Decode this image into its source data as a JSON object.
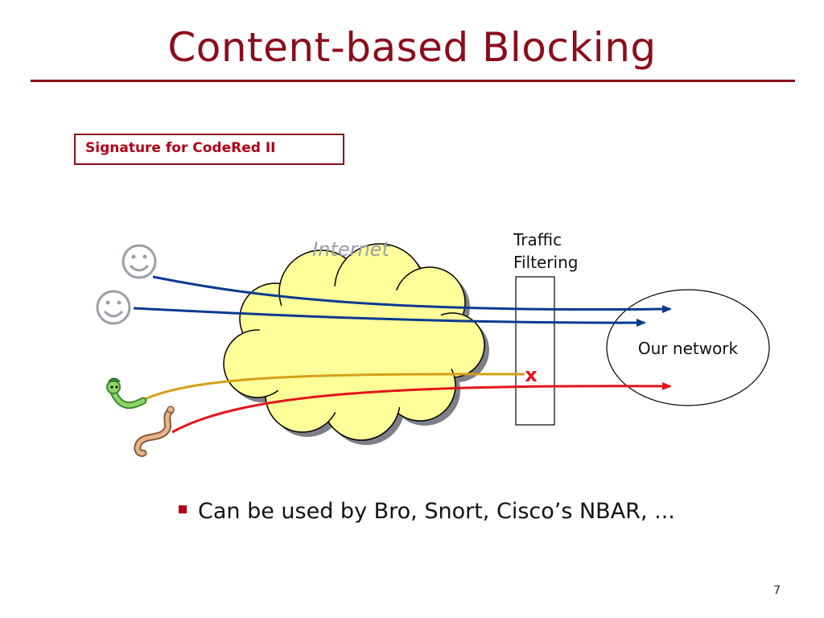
{
  "slide": {
    "title": "Content-based Blocking",
    "signature_label": "Signature for CodeRed II",
    "bullet": "Can be used by Bro, Snort, Cisco’s NBAR, ...",
    "page_number": "7"
  },
  "diagram": {
    "internet_label": "Internet",
    "filter_label_line1": "Traffic",
    "filter_label_line2": "Filtering",
    "network_label": "Our network",
    "blocked_mark": "x",
    "colors": {
      "title": "#8b0d1b",
      "benign_flow": "#0b3a8f",
      "worm_flow_blocked": "#d4a017",
      "worm_flow_passing": "#e3141a",
      "cloud_fill": "#ffff99",
      "smiley": "#9aa0a6"
    },
    "icons": [
      "smiley-icon",
      "smiley-icon",
      "worm-icon",
      "worm-icon"
    ]
  }
}
